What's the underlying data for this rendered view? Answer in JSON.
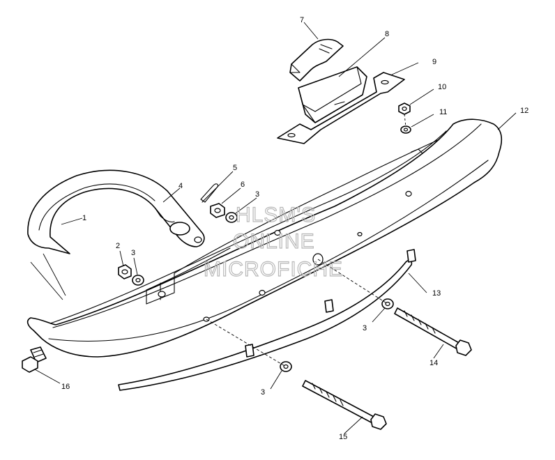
{
  "diagram": {
    "callouts": [
      "1",
      "2",
      "3",
      "4",
      "5",
      "6",
      "7",
      "8",
      "9",
      "10",
      "11",
      "12",
      "13",
      "14",
      "15",
      "16"
    ],
    "watermark": [
      "HLSM'S",
      "ONLINE",
      "MICROFICHE"
    ],
    "colors": {
      "line": "#000000",
      "background": "#ffffff",
      "watermark": "#b8b8b8"
    }
  }
}
